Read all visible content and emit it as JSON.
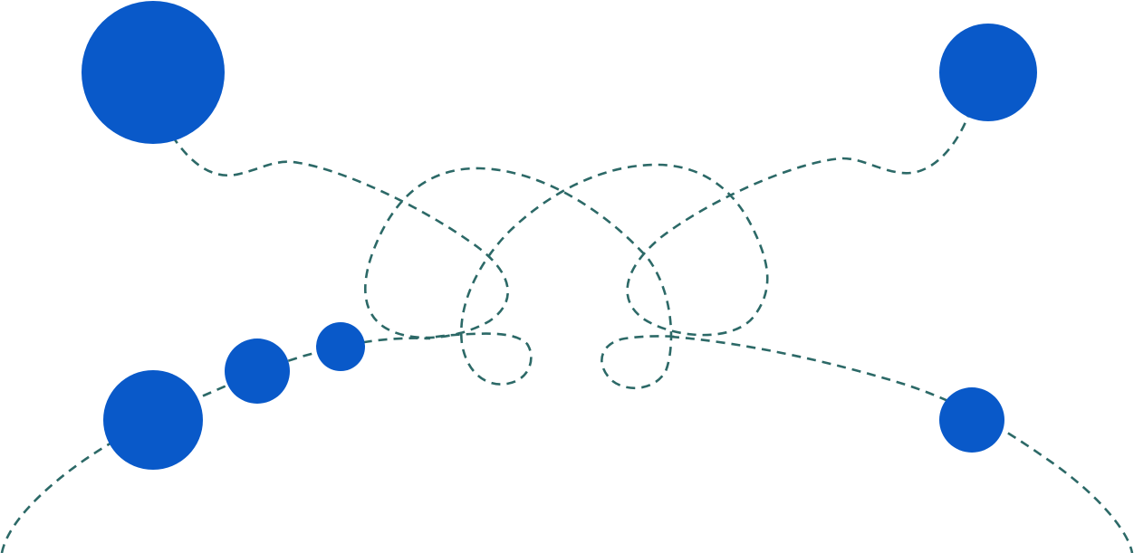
{
  "colors": {
    "background": "#ffffff",
    "circle_fill": "#0959c9",
    "path_stroke": "#2c6967"
  },
  "elements": {
    "circles": [
      "dot-top-left",
      "dot-top-right",
      "dot-bottom-left-large",
      "dot-bottom-left-medium",
      "dot-bottom-left-small",
      "dot-bottom-right"
    ],
    "paths": [
      "dashed-path-top-left-loop",
      "dashed-path-top-right-loop",
      "dashed-path-bottom-arc-left",
      "dashed-path-bottom-arc-right"
    ]
  }
}
